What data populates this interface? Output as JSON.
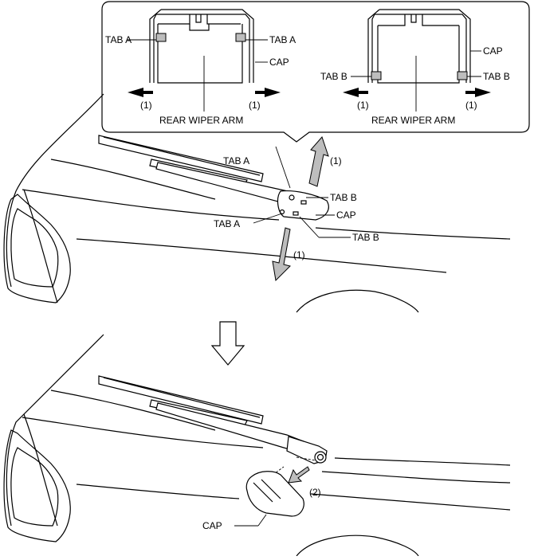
{
  "detail_box": {
    "left": {
      "tab_a_left": "TAB A",
      "tab_a_right": "TAB A",
      "cap": "CAP",
      "step_left": "(1)",
      "step_right": "(1)",
      "arm": "REAR WIPER ARM"
    },
    "right": {
      "cap": "CAP",
      "tab_b_left": "TAB B",
      "tab_b_right": "TAB B",
      "step_left": "(1)",
      "step_right": "(1)",
      "arm": "REAR WIPER ARM"
    }
  },
  "top_view": {
    "tab_a_upper": "TAB A",
    "tab_b_upper": "TAB B",
    "cap": "CAP",
    "tab_a_lower": "TAB A",
    "tab_b_lower": "TAB B",
    "step_up": "(1)",
    "step_down": "(1)"
  },
  "bottom_view": {
    "step": "(2)",
    "cap": "CAP"
  }
}
